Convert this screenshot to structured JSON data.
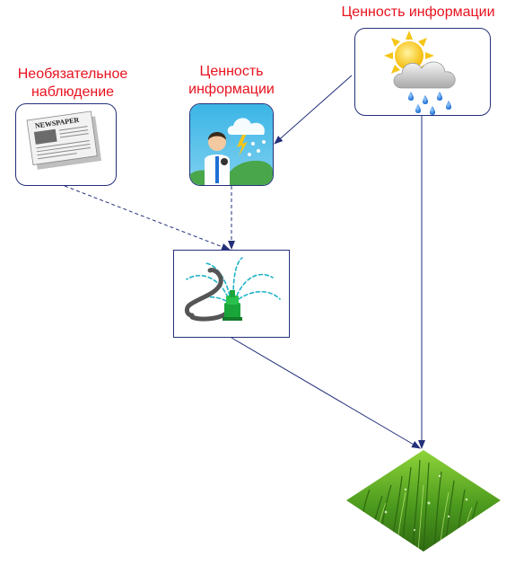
{
  "labels": {
    "weather": "Ценность информации",
    "forecast": "Ценность\nинформации",
    "optional": "Необязательное\nнаблюдение"
  },
  "nodes": {
    "weather_icon": "sun-behind-rain-cloud-icon",
    "forecaster_icon": "weather-forecaster-icon",
    "newspaper_icon": "newspaper-icon",
    "newspaper_masthead": "NEWSPAPER",
    "sprinkler_icon": "garden-sprinkler-icon",
    "lawn_icon": "grass-lawn-icon"
  },
  "edges": [
    {
      "from": "weather",
      "to": "forecast",
      "style": "solid"
    },
    {
      "from": "weather",
      "to": "lawn",
      "style": "solid"
    },
    {
      "from": "forecast",
      "to": "sprinkler",
      "style": "dashed"
    },
    {
      "from": "newspaper",
      "to": "sprinkler",
      "style": "dashed"
    },
    {
      "from": "sprinkler",
      "to": "lawn",
      "style": "solid"
    }
  ],
  "colors": {
    "label": "#e8121e",
    "edge": "#24307a",
    "node_border": "#24307a",
    "grass_dark": "#2f6b12",
    "grass_light": "#8fd43a",
    "sprinkler_green": "#1aa53a",
    "water_cyan": "#1fb3c8",
    "rain_blue": "#1f6fd6",
    "sun_yellow": "#f5c518"
  }
}
